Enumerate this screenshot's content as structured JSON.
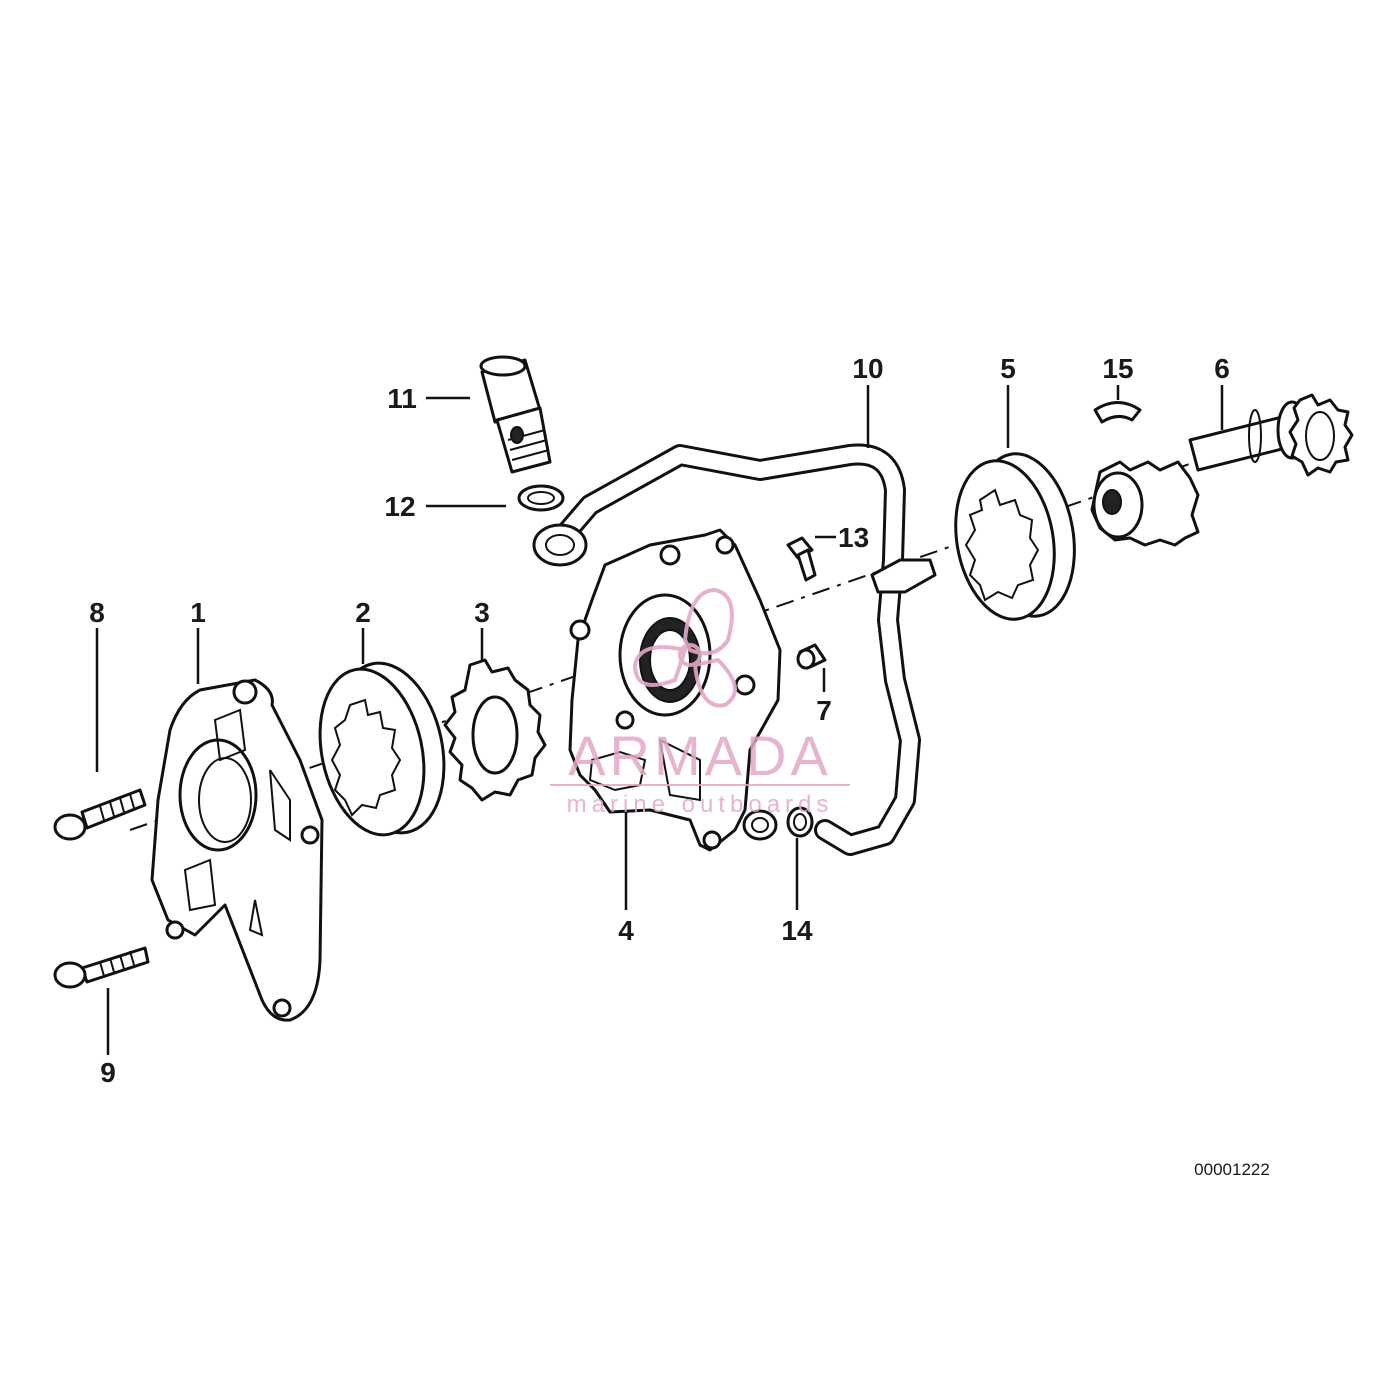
{
  "diagram": {
    "callouts": [
      {
        "id": "1",
        "text": "1"
      },
      {
        "id": "2",
        "text": "2"
      },
      {
        "id": "3",
        "text": "3"
      },
      {
        "id": "4",
        "text": "4"
      },
      {
        "id": "5",
        "text": "5"
      },
      {
        "id": "6",
        "text": "6"
      },
      {
        "id": "7",
        "text": "7"
      },
      {
        "id": "8",
        "text": "8"
      },
      {
        "id": "9",
        "text": "9"
      },
      {
        "id": "10",
        "text": "10"
      },
      {
        "id": "11",
        "text": "11"
      },
      {
        "id": "12",
        "text": "12"
      },
      {
        "id": "13",
        "text": "13"
      },
      {
        "id": "14",
        "text": "14"
      },
      {
        "id": "15",
        "text": "15"
      }
    ],
    "drawing_number": "00001222"
  },
  "watermark": {
    "title": "ARMADA",
    "subtitle": "marine outboards",
    "color": "#e3a8c8"
  },
  "colors": {
    "line": "#111111",
    "background": "#ffffff"
  }
}
